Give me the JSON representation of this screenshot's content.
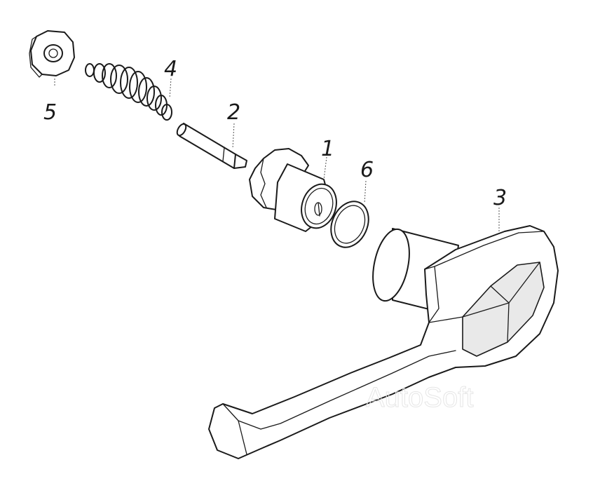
{
  "callouts": {
    "c1": "1",
    "c2": "2",
    "c3": "3",
    "c4": "4",
    "c5": "5",
    "c6": "6"
  },
  "watermark": "AutoSoft",
  "colors": {
    "line": "#1a1a1a",
    "background": "#ffffff",
    "watermark": "#e6e6e6"
  }
}
